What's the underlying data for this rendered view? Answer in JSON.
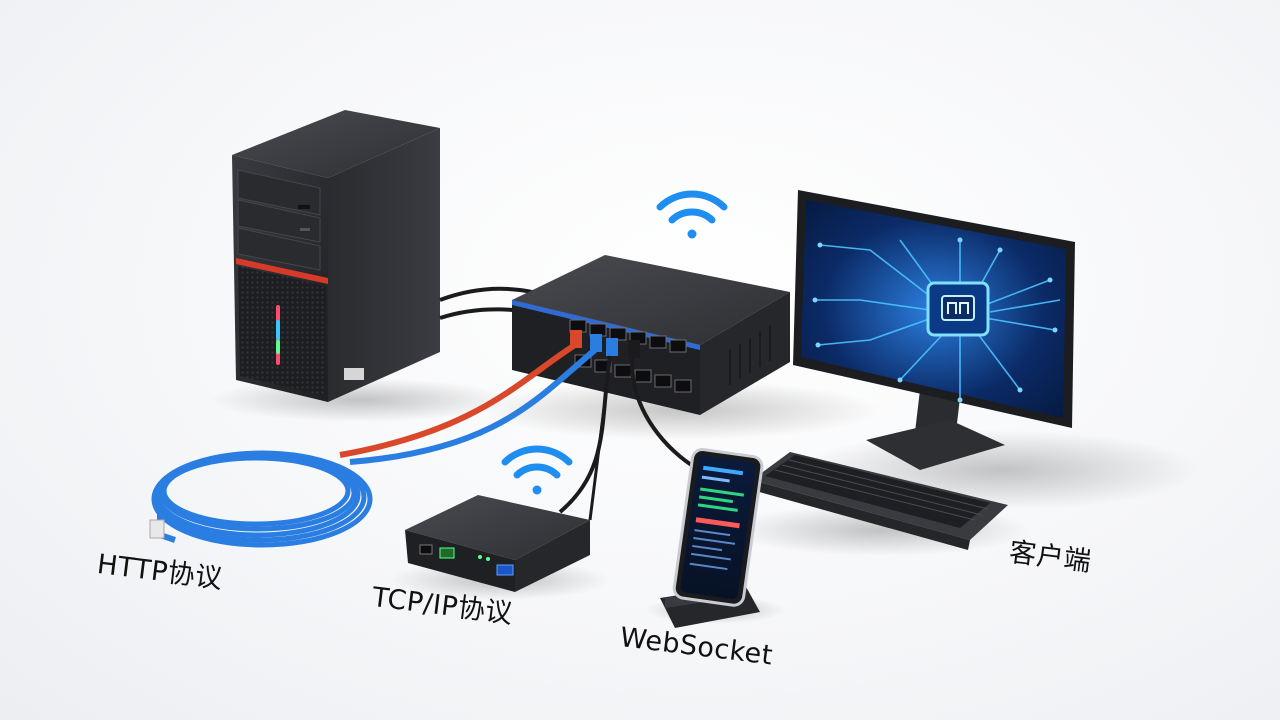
{
  "labels": {
    "http": "HTTP协议",
    "tcp": "TCP/IP协议",
    "websocket": "WebSocket",
    "client": "客户端"
  },
  "devices": [
    "server-tower",
    "network-switch",
    "router-box",
    "smartphone",
    "monitor",
    "keyboard",
    "cable-coil"
  ],
  "colors": {
    "cable_red": "#d9482b",
    "cable_blue": "#2a7de1",
    "cable_black": "#1b1b1d",
    "wifi_blue": "#1f8ef1",
    "device_body": "#2b2c30",
    "screen_glow": "#2fa8ff",
    "server_accent": "#d83a2a"
  },
  "icons": [
    "wifi-icon",
    "wifi-icon"
  ]
}
